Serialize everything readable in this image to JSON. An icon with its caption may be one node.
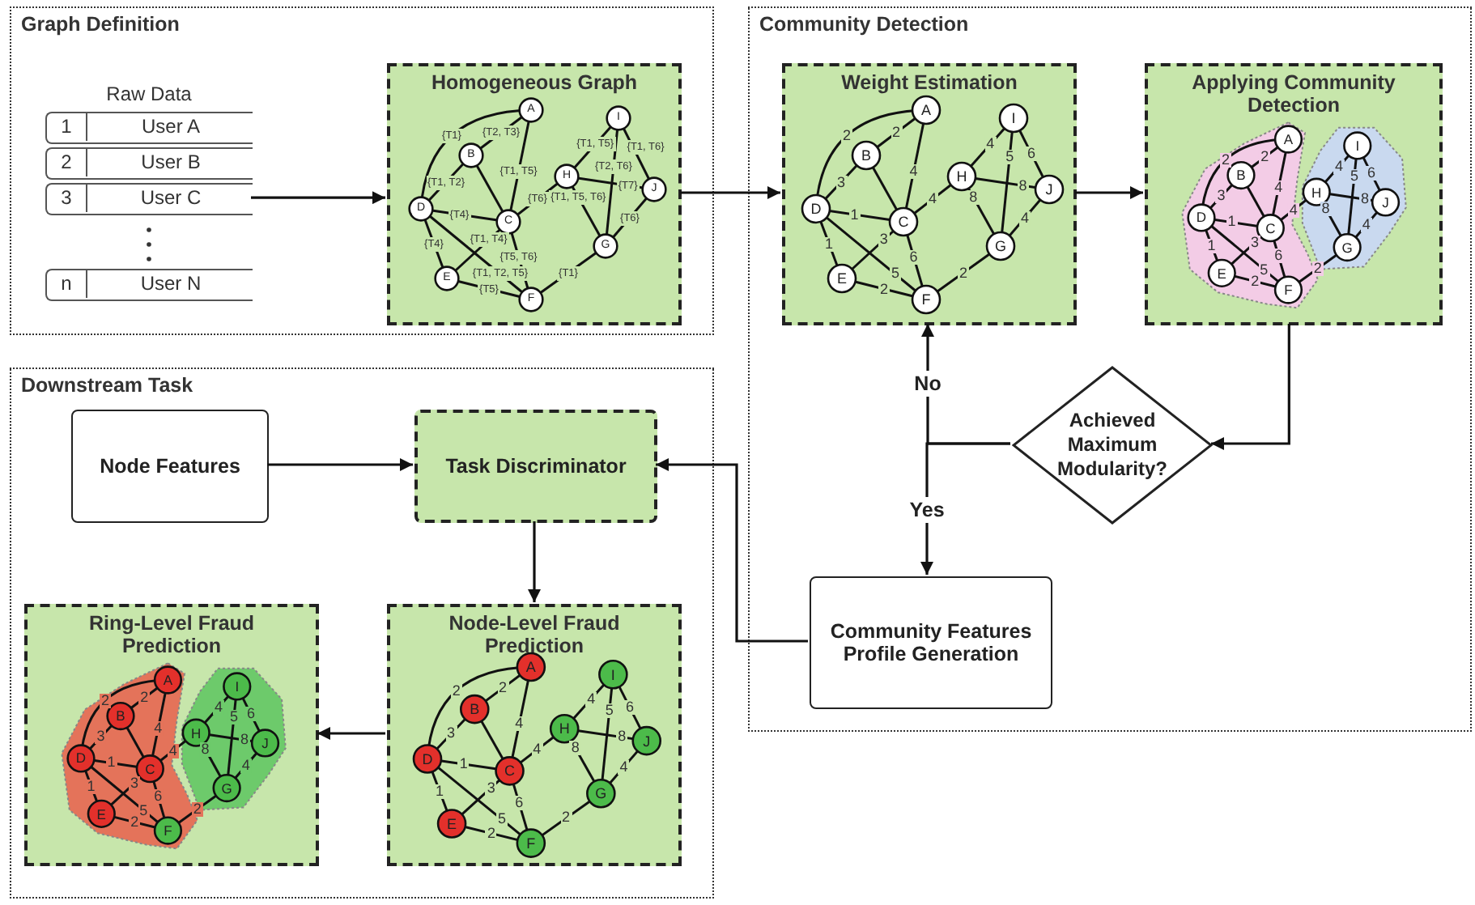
{
  "diagram": {
    "nodes": [
      {
        "text": [
          "Graph Definition"
        ]
      },
      {
        "text": [
          "Raw Data",
          "1",
          "User A",
          "2",
          "User B",
          "3",
          "User C",
          "n",
          "User N"
        ],
        "in": 0
      },
      {
        "text": [
          "Homogeneous Graph"
        ],
        "in": 0
      },
      {
        "text": [
          "Community Detection"
        ]
      },
      {
        "text": [
          "Weight Estimation"
        ],
        "in": 3
      },
      {
        "text": [
          "Applying Community Detection"
        ],
        "in": 3
      },
      {
        "text": [
          "Achieved Maximum Modularity?"
        ],
        "in": 3
      },
      {
        "text": [
          "Community Features Profile Generation"
        ],
        "in": 3
      },
      {
        "text": [
          "Downstream Task"
        ]
      },
      {
        "text": [
          "Node Features"
        ],
        "in": 8
      },
      {
        "text": [
          "Task Discriminator"
        ],
        "in": 8
      },
      {
        "text": [
          "Node-Level Fraud Prediction"
        ],
        "in": 8
      },
      {
        "text": [
          "Ring-Level Fraud Prediction"
        ],
        "in": 8
      }
    ],
    "edges": [
      {
        "from": 1,
        "to": 2,
        "arrow": "to"
      },
      {
        "from": 2,
        "to": 4,
        "arrow": "to"
      },
      {
        "from": 4,
        "to": 5,
        "arrow": "to"
      },
      {
        "from": 5,
        "to": 6,
        "arrow": "to"
      },
      {
        "from": 6,
        "to": 4,
        "arrow": "to",
        "label": "No"
      },
      {
        "from": 6,
        "to": 7,
        "arrow": "to",
        "label": "Yes"
      },
      {
        "from": 7,
        "to": 10,
        "arrow": "to"
      },
      {
        "from": 9,
        "to": 10,
        "arrow": "to"
      },
      {
        "from": 10,
        "to": 11,
        "arrow": "to"
      },
      {
        "from": 11,
        "to": 12,
        "arrow": "to"
      }
    ],
    "labels": [
      "A",
      "B",
      "C",
      "D",
      "E",
      "F",
      "G",
      "H",
      "I",
      "J",
      "{T1}",
      "{T2, T3}",
      "{T1, T2}",
      "{T1, T5}",
      "{T4}",
      "{T4}",
      "{T1, T2, T5}",
      "{T1, T4}",
      "{T5, T6}",
      "{T5}",
      "{T6}",
      "{T1, T5}",
      "{T2, T6}",
      "{T1, T6}",
      "{T7}",
      "{T1, T5, T6}",
      "{T6}",
      "{T1}",
      "A",
      "B",
      "C",
      "D",
      "E",
      "F",
      "G",
      "H",
      "I",
      "J",
      "2",
      "2",
      "3",
      "4",
      "1",
      "1",
      "5",
      "3",
      "6",
      "2",
      "4",
      "4",
      "5",
      "6",
      "8",
      "8",
      "4",
      "2",
      "A",
      "B",
      "C",
      "D",
      "E",
      "F",
      "G",
      "H",
      "I",
      "J",
      "2",
      "2",
      "3",
      "4",
      "1",
      "1",
      "5",
      "3",
      "6",
      "2",
      "4",
      "4",
      "5",
      "6",
      "8",
      "8",
      "4",
      "2",
      "A",
      "B",
      "C",
      "D",
      "E",
      "F",
      "G",
      "H",
      "I",
      "J",
      "2",
      "2",
      "3",
      "4",
      "1",
      "1",
      "5",
      "3",
      "6",
      "2",
      "4",
      "4",
      "5",
      "6",
      "8",
      "8",
      "4",
      "2",
      "A",
      "B",
      "C",
      "D",
      "E",
      "F",
      "G",
      "H",
      "I",
      "J",
      "2",
      "2",
      "3",
      "4",
      "1",
      "1",
      "5",
      "3",
      "6",
      "2",
      "4",
      "4",
      "5",
      "6",
      "8",
      "8",
      "4",
      "2"
    ]
  }
}
